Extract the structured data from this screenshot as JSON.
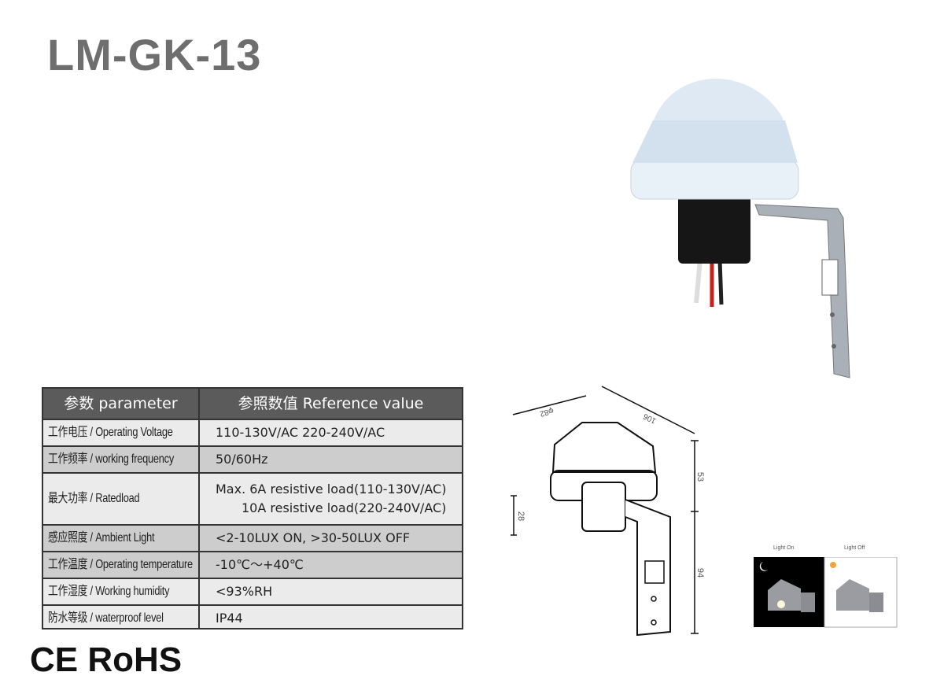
{
  "title": "LM-GK-13",
  "table": {
    "headers": [
      "参数  parameter",
      "参照数值  Reference value"
    ],
    "rows": [
      {
        "param": "工作电压 / Operating Voltage",
        "value": "110-130V/AC  220-240V/AC"
      },
      {
        "param": "工作频率 / working frequency",
        "value": "50/60Hz"
      },
      {
        "param": "最大功率 / Ratedload",
        "value": "Max. 6A resistive load(110-130V/AC)",
        "value2": "10A resistive load(220-240V/AC)"
      },
      {
        "param": "感应照度 / Ambient Light",
        "value": "<2-10LUX ON,   >30-50LUX OFF"
      },
      {
        "param": "工作温度 / Operating temperature",
        "value": "-10℃～+40℃"
      },
      {
        "param": "工作湿度 / Working humidity",
        "value": "<93%RH"
      },
      {
        "param": "防水等级 / waterproof level",
        "value": "IP44"
      }
    ]
  },
  "drawing": {
    "diameter": "φ82",
    "width": "106",
    "height_top": "53",
    "height_bottom": "94",
    "socket": "28"
  },
  "light_demo": {
    "on_label": "Light On",
    "off_label": "Light Off"
  },
  "certifications": "CE RoHS"
}
